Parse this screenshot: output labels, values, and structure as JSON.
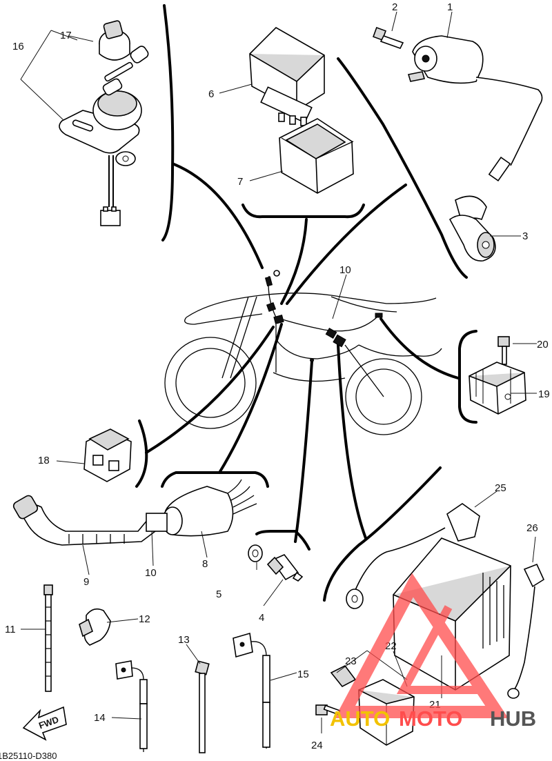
{
  "callouts": {
    "c1": "1",
    "c2": "2",
    "c3": "3",
    "c4": "4",
    "c5": "5",
    "c6": "6",
    "c7": "7",
    "c8": "8",
    "c9": "9",
    "c10a": "10",
    "c10b": "10",
    "c11": "11",
    "c12": "12",
    "c13": "13",
    "c14": "14",
    "c15": "15",
    "c16": "16",
    "c17": "17",
    "c18": "18",
    "c19": "19",
    "c20": "20",
    "c21": "21",
    "c22": "22",
    "c23": "23",
    "c24": "24",
    "c25": "25",
    "c26": "26"
  },
  "diagram_code": "1B25110-D380",
  "fwd_label": "FWD",
  "watermark": {
    "part1": "AUTO",
    "part2": "MOTO",
    "part3": "HUB",
    "color_primary": "#ff4d4d",
    "color_secondary": "#f2c200",
    "color_tertiary": "#555555"
  }
}
